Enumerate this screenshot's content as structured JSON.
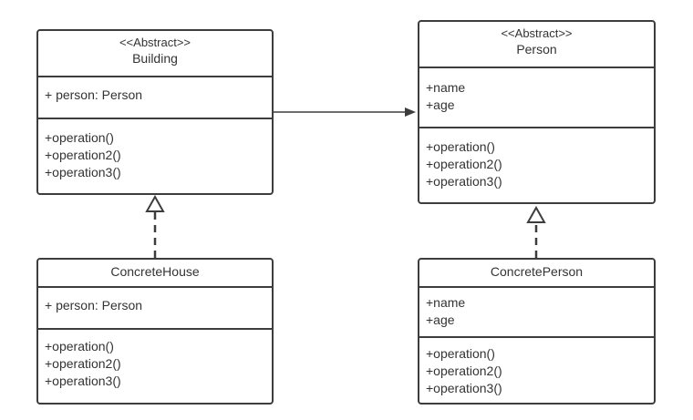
{
  "classes": {
    "building": {
      "stereotype": "<<Abstract>>",
      "name": "Building",
      "attributes": [
        "+ person: Person"
      ],
      "operations": [
        "+operation()",
        "+operation2()",
        "+operation3()"
      ]
    },
    "person": {
      "stereotype": "<<Abstract>>",
      "name": "Person",
      "attributes": [
        "+name",
        "+age"
      ],
      "operations": [
        "+operation()",
        "+operation2()",
        "+operation3()"
      ]
    },
    "concrete_house": {
      "name": "ConcreteHouse",
      "attributes": [
        "+ person: Person"
      ],
      "operations": [
        "+operation()",
        "+operation2()",
        "+operation3()"
      ]
    },
    "concrete_person": {
      "name": "ConcretePerson",
      "attributes": [
        "+name",
        "+age"
      ],
      "operations": [
        "+operation()",
        "+operation2()",
        "+operation3()"
      ]
    }
  },
  "colors": {
    "line": "#3d3d3d",
    "text": "#333333",
    "background": "#ffffff"
  }
}
